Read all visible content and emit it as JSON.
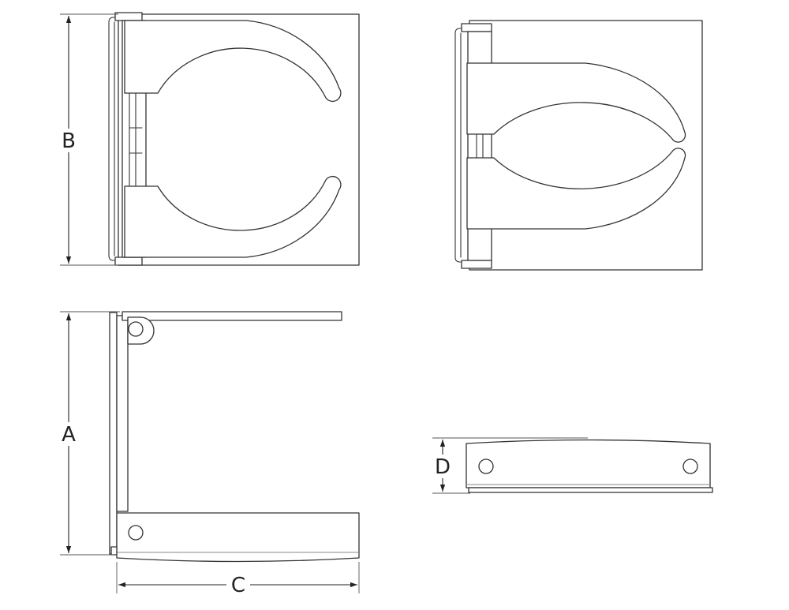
{
  "dimension_labels": {
    "a": "A",
    "b": "B",
    "c": "C",
    "d": "D"
  }
}
